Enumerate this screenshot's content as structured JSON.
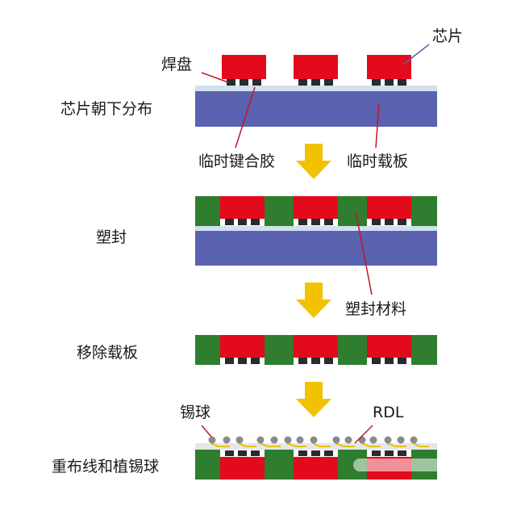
{
  "labels": {
    "chip": "芯片",
    "pad": "焊盘",
    "step1": "芯片朝下分布",
    "temp_adhesive": "临时键合胶",
    "temp_carrier": "临时载板",
    "step2": "塑封",
    "mold_material": "塑封材料",
    "step3": "移除载板",
    "solder_ball": "锡球",
    "rdl": "RDL",
    "step4": "重布线和植锡球"
  },
  "colors": {
    "chip": "#e30b1b",
    "carrier": "#5b62b0",
    "adhesive": "#cfe0ee",
    "mold": "#2f7d2e",
    "pad": "#2b2b2b",
    "pad_gap": "#ffffff",
    "arrow": "#f2c200",
    "leader": "#c0172a",
    "leader_chip": "#5b62b0",
    "solder_ball": "#8a8a8a",
    "rdl": "#e5c200",
    "dielectric": "#e6e6e6"
  }
}
